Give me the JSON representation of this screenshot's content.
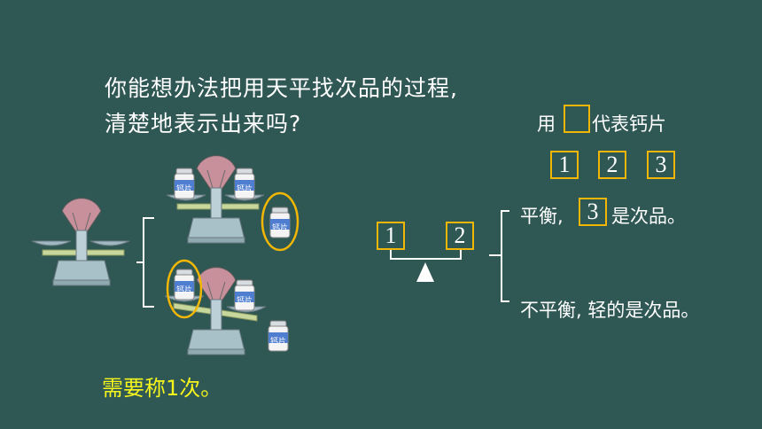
{
  "question": {
    "line1": "你能想办法把用天平找次品的过程,",
    "line2": "清楚地表示出来吗?"
  },
  "legend": {
    "prefix": "用",
    "suffix": "代表钙片"
  },
  "boxes": [
    "1",
    "2",
    "3"
  ],
  "balance": {
    "left": "1",
    "right": "2"
  },
  "outcomes": {
    "balanced_prefix": "平衡,",
    "balanced_box": "3",
    "balanced_suffix": "是次品。",
    "unbalanced": "不平衡, 轻的是次品。"
  },
  "answer": "需要称1次。",
  "bottle_label": "钙片",
  "colors": {
    "background": "#2f5754",
    "highlight": "#f2b705",
    "answer": "#f5f51e"
  }
}
